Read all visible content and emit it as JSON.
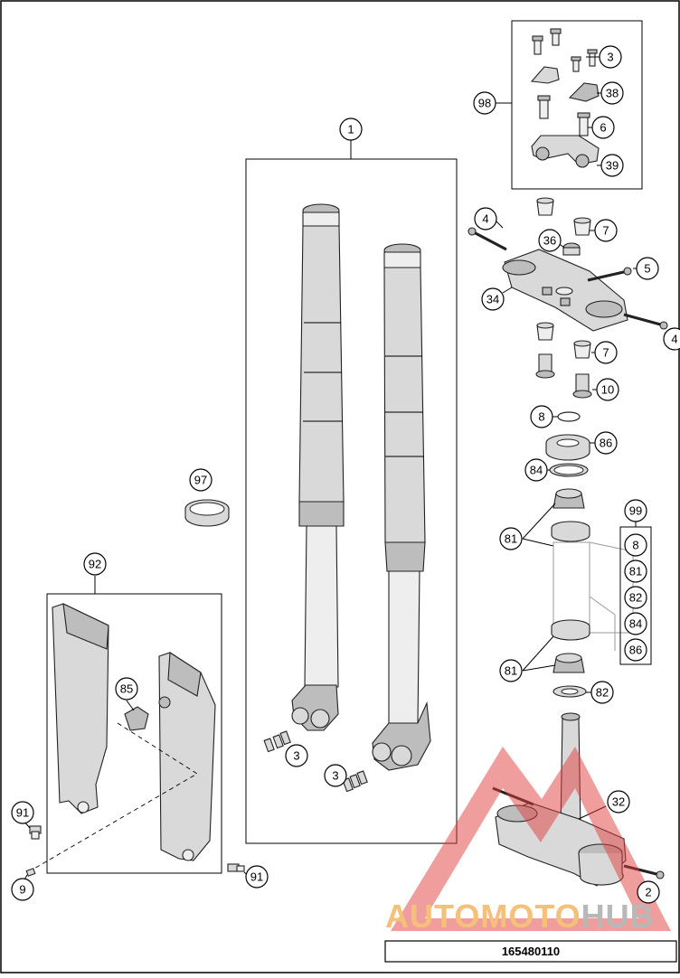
{
  "callouts": {
    "c1": "1",
    "c98": "98",
    "c3_top": "3",
    "c38": "38",
    "c6": "6",
    "c39": "39",
    "c4_left": "4",
    "c7_top": "7",
    "c36": "36",
    "c5": "5",
    "c34": "34",
    "c4_right": "4",
    "c7_mid": "7",
    "c10": "10",
    "c8": "8",
    "c86": "86",
    "c84": "84",
    "c97": "97",
    "c81_top": "81",
    "c99": "99",
    "c92": "92",
    "c81_bottom": "81",
    "c82": "82",
    "c85": "85",
    "c3_fork_left": "3",
    "c3_fork_right": "3",
    "c32": "32",
    "c91_left": "91",
    "c9": "9",
    "c91_right": "91",
    "c2": "2"
  },
  "kit_99": [
    "8",
    "81",
    "82",
    "84",
    "86"
  ],
  "watermark": {
    "prefix": "AUTOMOTO",
    "suffix": "HUB",
    "color_prefix": "#f5c17a",
    "color_suffix": "#b8b8b8",
    "triangle_color": "#e23b3b"
  },
  "drawing_number": "165480110"
}
